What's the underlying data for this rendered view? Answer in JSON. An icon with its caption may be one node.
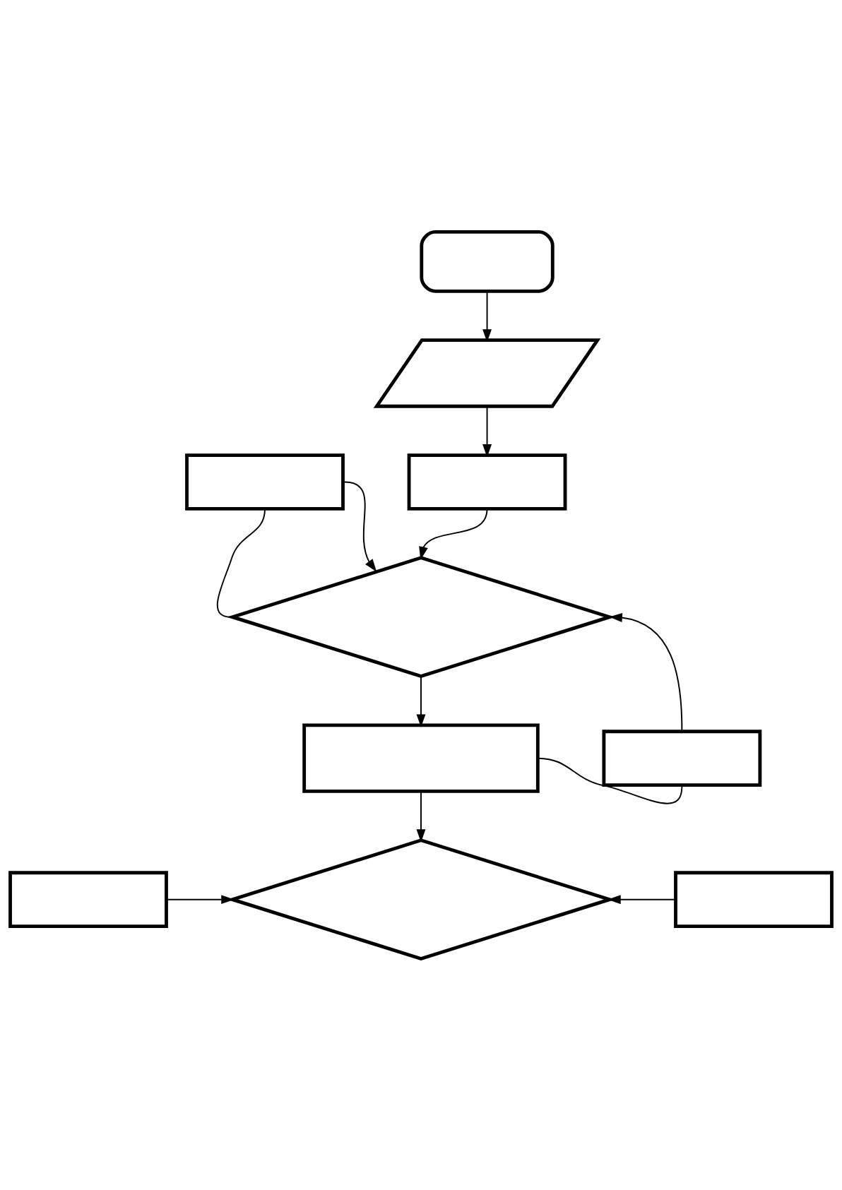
{
  "diagram": {
    "nodes": [
      {
        "text": [],
        "shape": "terminal"
      },
      {
        "text": [],
        "shape": "parallelogram"
      },
      {
        "text": [],
        "shape": "box"
      },
      {
        "text": [],
        "shape": "box"
      },
      {
        "text": [],
        "shape": "diamond"
      },
      {
        "text": [],
        "shape": "box"
      },
      {
        "text": [],
        "shape": "box"
      },
      {
        "text": [],
        "shape": "box"
      },
      {
        "text": [],
        "shape": "diamond"
      },
      {
        "text": [],
        "shape": "box"
      }
    ],
    "edges": [
      {
        "from": 0,
        "to": 1,
        "arrow": "to"
      },
      {
        "from": 1,
        "to": 2,
        "arrow": "to"
      },
      {
        "from": 2,
        "to": 4,
        "arrow": "to"
      },
      {
        "from": 4,
        "to": 3,
        "arrow": "none"
      },
      {
        "from": 3,
        "to": 4,
        "arrow": "to"
      },
      {
        "from": 4,
        "to": 6,
        "arrow": "to"
      },
      {
        "from": 6,
        "to": 5,
        "arrow": "none"
      },
      {
        "from": 5,
        "to": 4,
        "arrow": "to"
      },
      {
        "from": 6,
        "to": 8,
        "arrow": "to"
      },
      {
        "from": 7,
        "to": 8,
        "arrow": "to"
      },
      {
        "from": 9,
        "to": 8,
        "arrow": "to"
      }
    ]
  }
}
